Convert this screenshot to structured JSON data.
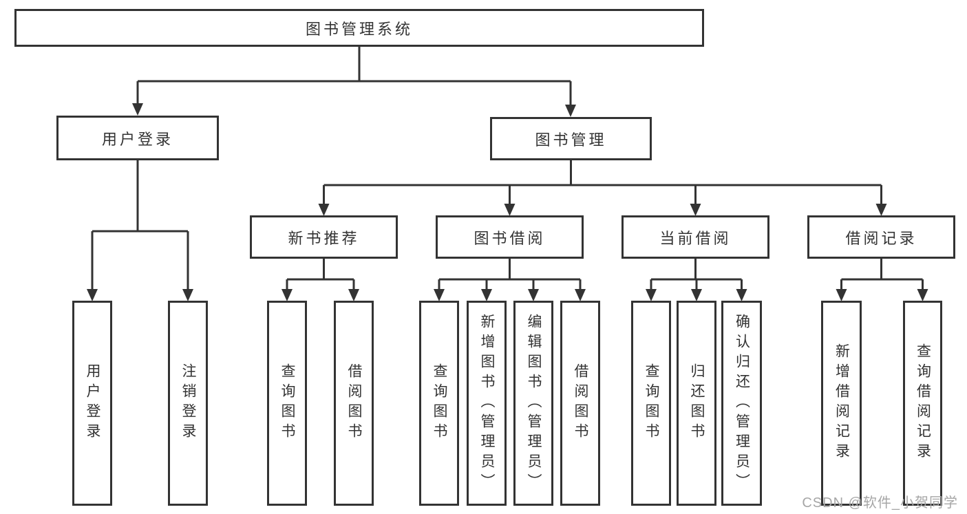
{
  "colors": {
    "line": "#333333",
    "box_border": "#333333",
    "box_fill": "#ffffff",
    "text": "#333333",
    "watermark": "#a6a6a6"
  },
  "nodes": {
    "root": "图书管理系统",
    "user_login": "用户登录",
    "book_management": "图书管理",
    "new_book_recommend": "新书推荐",
    "book_borrow": "图书借阅",
    "current_borrow": "当前借阅",
    "borrow_records": "借阅记录"
  },
  "leaves": {
    "user": [
      "用户登录",
      "注销登录"
    ],
    "recommend": [
      "查询图书",
      "借阅图书"
    ],
    "borrow": [
      "查询图书",
      "新增图书（管理员）",
      "编辑图书（管理员）",
      "借阅图书"
    ],
    "current": [
      "查询图书",
      "归还图书",
      "确认归还（管理员）"
    ],
    "records": [
      "新增借阅记录",
      "查询借阅记录"
    ]
  },
  "watermark": "CSDN @软件_小贺同学"
}
